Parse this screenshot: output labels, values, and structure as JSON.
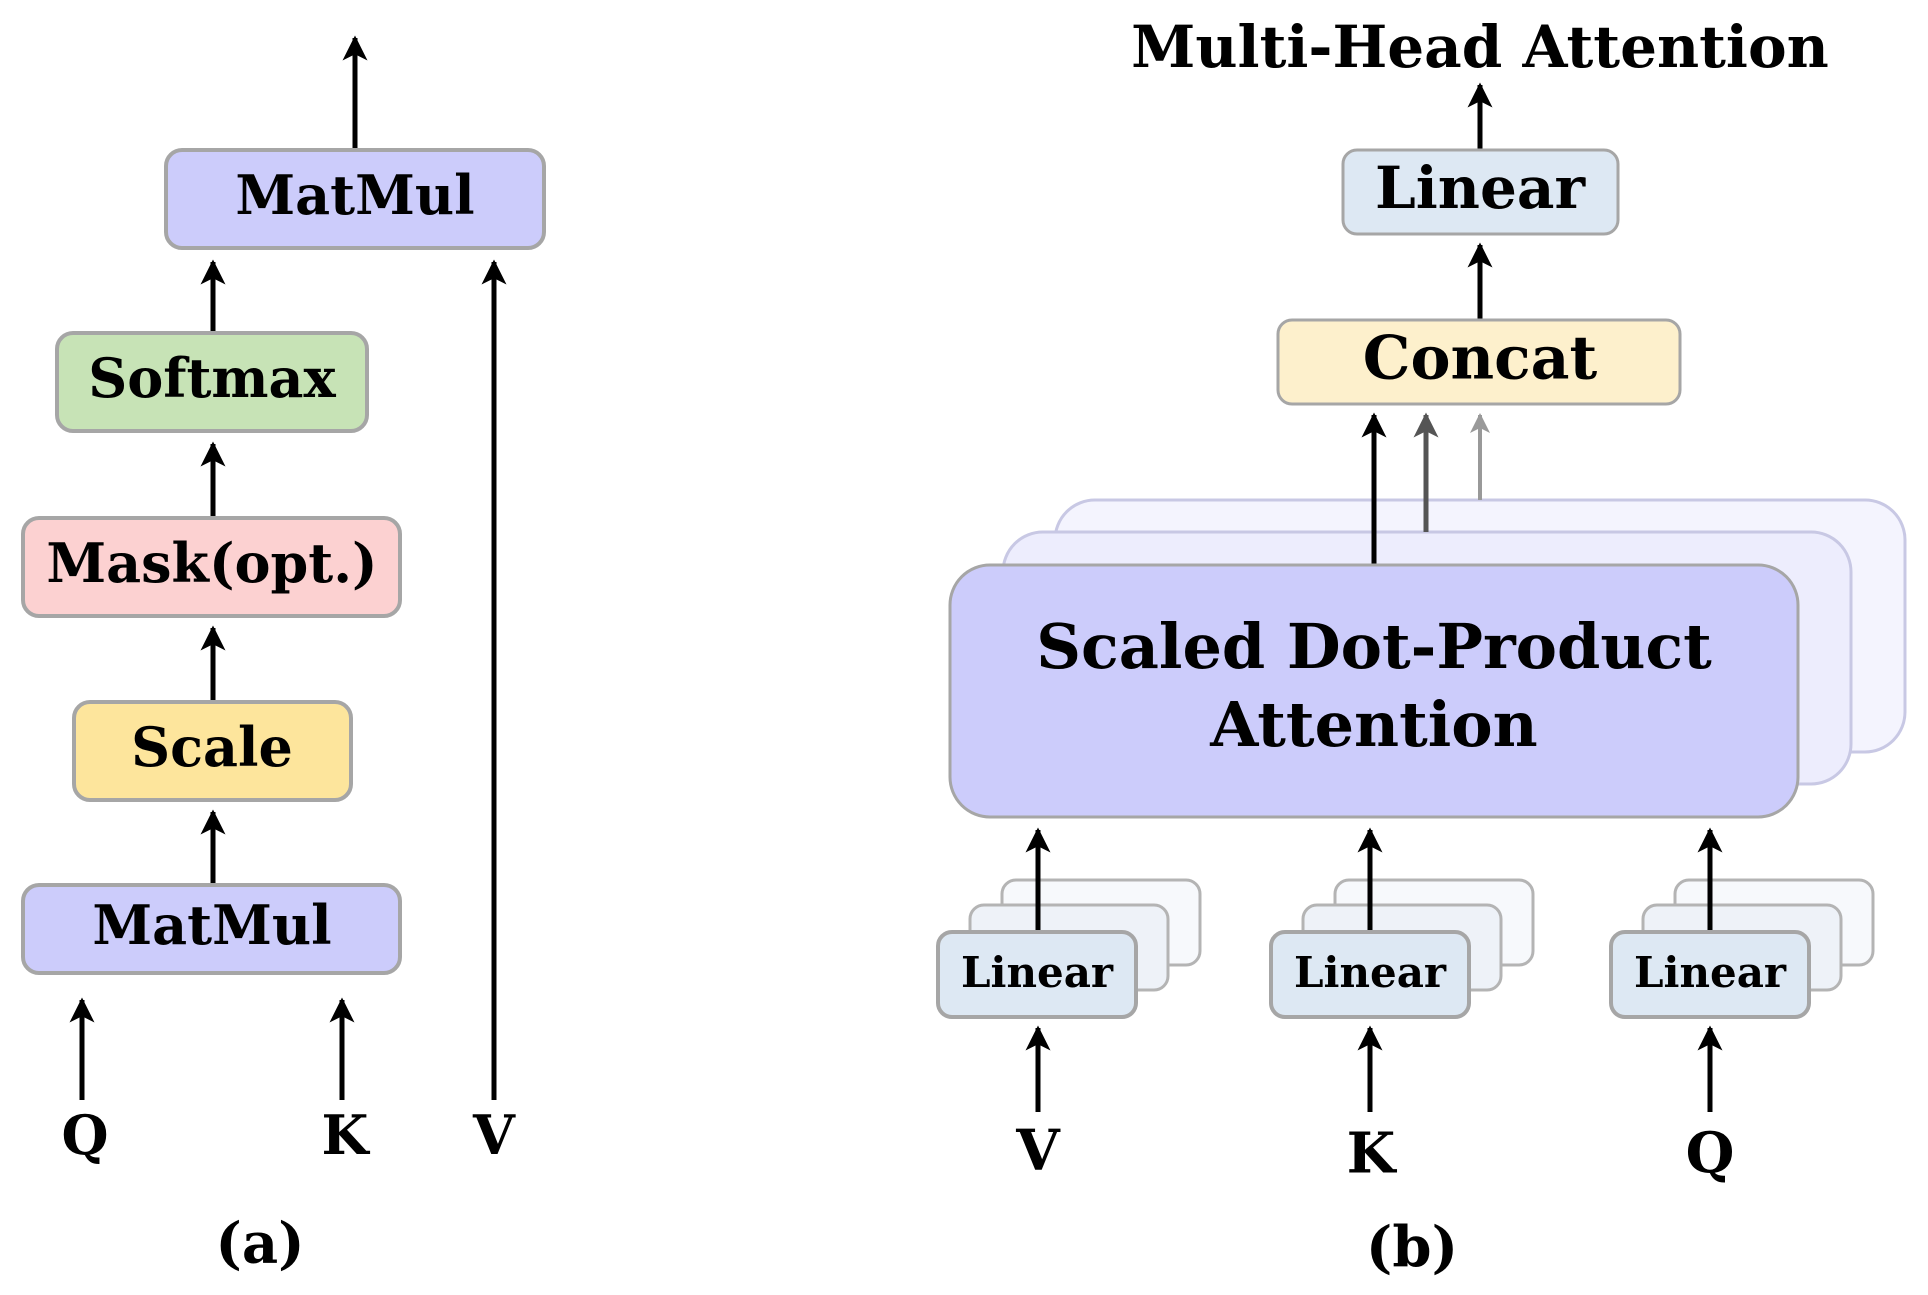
{
  "panel_a": {
    "caption": "(a)",
    "blocks": {
      "matmul_top": {
        "label": "MatMul",
        "fill": "#ccccfb"
      },
      "softmax": {
        "label": "Softmax",
        "fill": "#c7e3b6"
      },
      "mask": {
        "label": "Mask(opt.)",
        "fill": "#fcd1d1"
      },
      "scale": {
        "label": "Scale",
        "fill": "#fde59c"
      },
      "matmul_bottom": {
        "label": "MatMul",
        "fill": "#ccccfb"
      }
    },
    "inputs": {
      "q": "Q",
      "k": "K",
      "v": "V"
    }
  },
  "panel_b": {
    "caption": "(b)",
    "title": "Multi-Head Attention",
    "linear_top": {
      "label": "Linear",
      "fill": "#dde8f3"
    },
    "concat": {
      "label": "Concat",
      "fill": "#fdf0cc"
    },
    "attention": {
      "label_line1": "Scaled Dot-Product",
      "label_line2": "Attention",
      "fill": "#ccccfb"
    },
    "linear_inputs": [
      {
        "label": "Linear",
        "input": "V"
      },
      {
        "label": "Linear",
        "input": "K"
      },
      {
        "label": "Linear",
        "input": "Q"
      }
    ],
    "linear_fill": "#dde8f3"
  },
  "colors": {
    "border": "#a6a6a6",
    "arrow": "#000000",
    "ghost_fill": "#ededfd",
    "ghost_fill_light": "#f4f4fe"
  }
}
